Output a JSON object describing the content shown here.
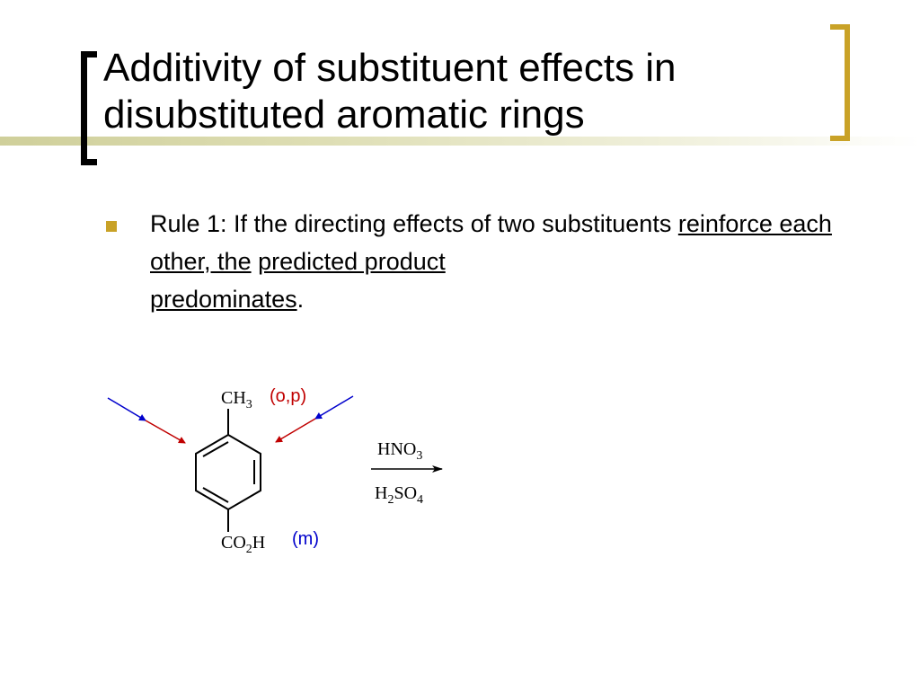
{
  "slide": {
    "title_line1": "Additivity of substituent effects in",
    "title_line2": "disubstituted aromatic rings",
    "rule": {
      "prefix": "Rule 1:  If the directing effects of two substituents ",
      "underlined_1": "reinforce each other, the",
      "space": " ",
      "underlined_2": "predicted product",
      "underlined_3": "predominates",
      "suffix": "."
    }
  },
  "reaction": {
    "top_group": {
      "text": "CH",
      "sub": "3"
    },
    "top_label": "(o,p)",
    "bottom_group": {
      "pre": "CO",
      "sub": "2",
      "post": "H"
    },
    "bottom_label": "(m)",
    "reagent_top": {
      "text": "HNO",
      "sub": "3"
    },
    "reagent_bottom": {
      "pre": "H",
      "sub": "2",
      "mid": "SO",
      "sub2": "4"
    }
  },
  "colors": {
    "accent_gold": "#c9a227",
    "op_director": "#c00000",
    "meta_director": "#0000cc"
  }
}
